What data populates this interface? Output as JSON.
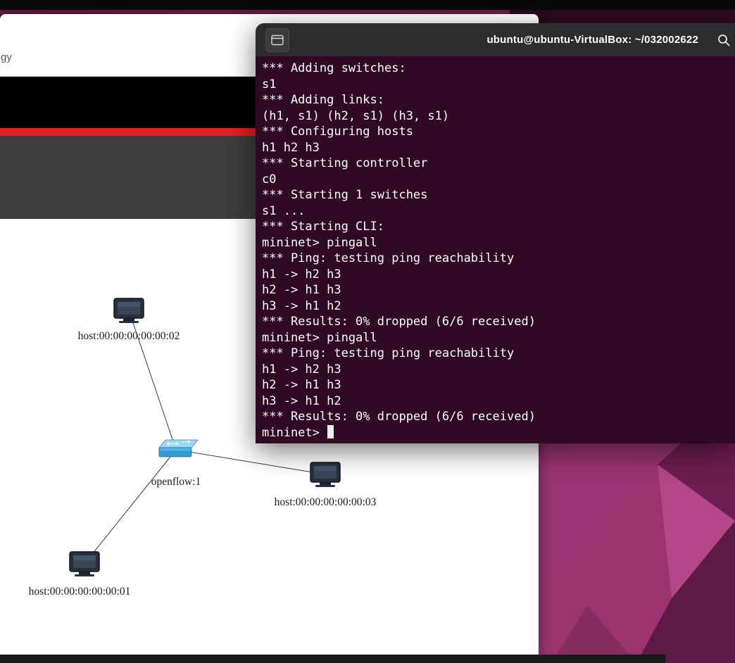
{
  "colors": {
    "terminal_background": "#300a24",
    "terminal_titlebar": "#2d2d2f",
    "terminal_text": "#ffffff",
    "accent_red": "#e41f23",
    "header_black": "#020202",
    "toolbar_gray": "#3d3d3d",
    "wallpaper_magenta": "#a63a78"
  },
  "icons": {
    "new_tab": "new-tab-icon",
    "search": "search-icon",
    "host": "host-computer-icon",
    "switch": "openflow-switch-icon"
  },
  "browser": {
    "partial_text": "gy"
  },
  "terminal": {
    "title": "ubuntu@ubuntu-VirtualBox: ~/032002622",
    "prompt": "mininet>",
    "lines": [
      "*** Adding switches:",
      "s1",
      "*** Adding links:",
      "(h1, s1) (h2, s1) (h3, s1)",
      "*** Configuring hosts",
      "h1 h2 h3",
      "*** Starting controller",
      "c0",
      "*** Starting 1 switches",
      "s1 ...",
      "*** Starting CLI:",
      "mininet> pingall",
      "*** Ping: testing ping reachability",
      "h1 -> h2 h3",
      "h2 -> h1 h3",
      "h3 -> h1 h2",
      "*** Results: 0% dropped (6/6 received)",
      "mininet> pingall",
      "*** Ping: testing ping reachability",
      "h1 -> h2 h3",
      "h2 -> h1 h3",
      "h3 -> h1 h2",
      "*** Results: 0% dropped (6/6 received)",
      "mininet> "
    ]
  },
  "topology": {
    "nodes": [
      {
        "id": "host-2",
        "type": "host",
        "label": "host:00:00:00:00:00:02"
      },
      {
        "id": "switch-1",
        "type": "switch",
        "label": "openflow:1"
      },
      {
        "id": "host-3",
        "type": "host",
        "label": "host:00:00:00:00:00:03"
      },
      {
        "id": "host-1",
        "type": "host",
        "label": "host:00:00:00:00:00:01"
      }
    ],
    "links": [
      {
        "from": "switch-1",
        "to": "host-2"
      },
      {
        "from": "switch-1",
        "to": "host-3"
      },
      {
        "from": "switch-1",
        "to": "host-1"
      }
    ]
  }
}
